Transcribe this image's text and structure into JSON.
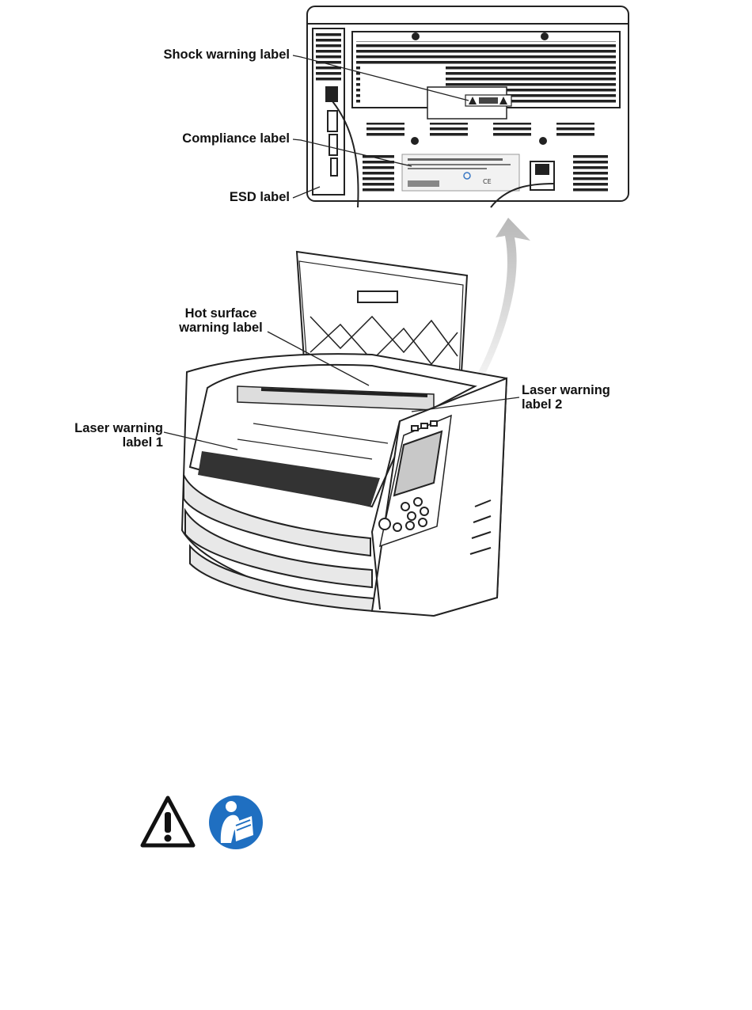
{
  "callouts": {
    "shock": "Shock warning label",
    "compliance": "Compliance label",
    "esd": "ESD label",
    "hot_surface": [
      "Hot surface",
      "warning label"
    ],
    "laser_1": [
      "Laser warning",
      "label 1"
    ],
    "laser_2": [
      "Laser warning",
      "label 2"
    ]
  },
  "icons": {
    "warning": "warning-triangle-icon",
    "manual": "read-manual-icon"
  },
  "colors": {
    "line": "#222222",
    "arrow": "#c8c8c8",
    "manual_icon": "#1f6fc1",
    "panel": "#f2f2f2"
  }
}
